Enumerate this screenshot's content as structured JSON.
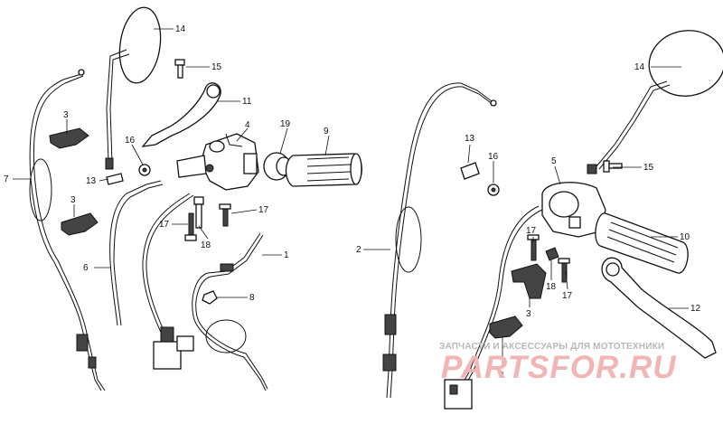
{
  "callouts": [
    {
      "id": "l14a",
      "text": "14"
    },
    {
      "id": "l15a",
      "text": "15"
    },
    {
      "id": "l11",
      "text": "11"
    },
    {
      "id": "l3a",
      "text": "3"
    },
    {
      "id": "l16a",
      "text": "16"
    },
    {
      "id": "l4",
      "text": "4"
    },
    {
      "id": "l19",
      "text": "19"
    },
    {
      "id": "l9",
      "text": "9"
    },
    {
      "id": "l7",
      "text": "7"
    },
    {
      "id": "l13a",
      "text": "13"
    },
    {
      "id": "l3b",
      "text": "3"
    },
    {
      "id": "l17a",
      "text": "17"
    },
    {
      "id": "l18a",
      "text": "18"
    },
    {
      "id": "l17b",
      "text": "17"
    },
    {
      "id": "l6",
      "text": "6"
    },
    {
      "id": "l1",
      "text": "1"
    },
    {
      "id": "l8",
      "text": "8"
    },
    {
      "id": "l2",
      "text": "2"
    },
    {
      "id": "l13b",
      "text": "13"
    },
    {
      "id": "l16b",
      "text": "16"
    },
    {
      "id": "l5",
      "text": "5"
    },
    {
      "id": "l14b",
      "text": "14"
    },
    {
      "id": "l15b",
      "text": "15"
    },
    {
      "id": "l17c",
      "text": "17"
    },
    {
      "id": "l10",
      "text": "10"
    },
    {
      "id": "l18b",
      "text": "18"
    },
    {
      "id": "l17d",
      "text": "17"
    },
    {
      "id": "l3c",
      "text": "3"
    },
    {
      "id": "l12",
      "text": "12"
    },
    {
      "id": "l3d",
      "text": "3"
    }
  ],
  "watermark": {
    "tagline": "ЗАПЧАСТИ И АКСЕССУАРЫ ДЛЯ МОТОТЕХНИКИ",
    "logo": "PARTSFOR.RU"
  }
}
